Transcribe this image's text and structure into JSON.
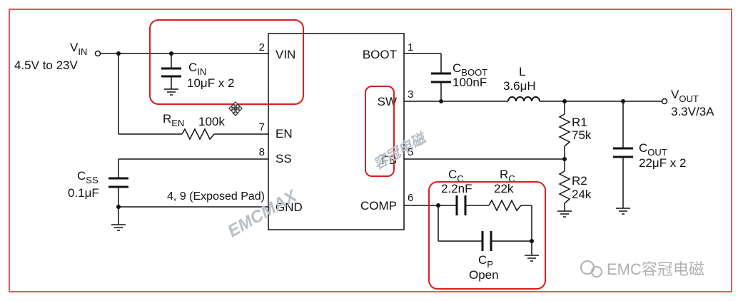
{
  "frame_color": "#e05a5a",
  "highlight_color": "#d42020",
  "ic": {
    "pins_left": [
      {
        "num": "2",
        "name": "VIN"
      },
      {
        "num": "7",
        "name": "EN"
      },
      {
        "num": "8",
        "name": "SS"
      },
      {
        "num": "4, 9 (Exposed Pad)",
        "name": "GND"
      }
    ],
    "pins_right": [
      {
        "num": "1",
        "name": "BOOT"
      },
      {
        "num": "3",
        "name": "SW"
      },
      {
        "num": "5",
        "name": "FB"
      },
      {
        "num": "6",
        "name": "COMP"
      }
    ]
  },
  "vin": {
    "label": "V",
    "sub": "IN",
    "range": "4.5V to 23V"
  },
  "cin": {
    "label": "C",
    "sub": "IN",
    "value": "10μF x 2"
  },
  "ren": {
    "label": "R",
    "sub": "EN",
    "value": "100k"
  },
  "css": {
    "label": "C",
    "sub": "SS",
    "value": "0.1μF"
  },
  "cboot": {
    "label": "C",
    "sub": "BOOT",
    "value": "100nF"
  },
  "inductor": {
    "label": "L",
    "value": "3.6μH"
  },
  "r1": {
    "label": "R1",
    "value": "75k"
  },
  "r2": {
    "label": "R2",
    "value": "24k"
  },
  "vout": {
    "label": "V",
    "sub": "OUT",
    "value": "3.3V/3A"
  },
  "cout": {
    "label": "C",
    "sub": "OUT",
    "value": "22μF x 2"
  },
  "cc": {
    "label": "C",
    "sub": "C",
    "value": "2.2nF"
  },
  "rc": {
    "label": "R",
    "sub": "C",
    "value": "22k"
  },
  "cp": {
    "label": "C",
    "sub": "P",
    "value": "Open"
  },
  "watermarks": {
    "center": "EMCMAX",
    "fb": "容冠电磁",
    "brand": "EMC容冠电磁"
  }
}
